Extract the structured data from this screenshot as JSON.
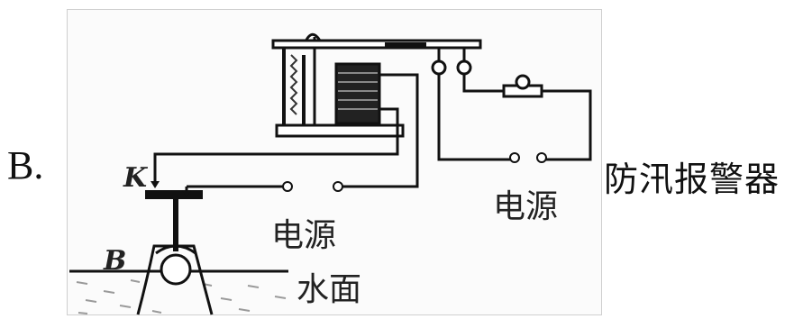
{
  "option": {
    "letter": "B."
  },
  "caption": "防汛报警器",
  "diagram": {
    "labels": {
      "k": "K",
      "b": "B",
      "power_left": "电源",
      "power_right": "电源",
      "water": "水面"
    }
  }
}
